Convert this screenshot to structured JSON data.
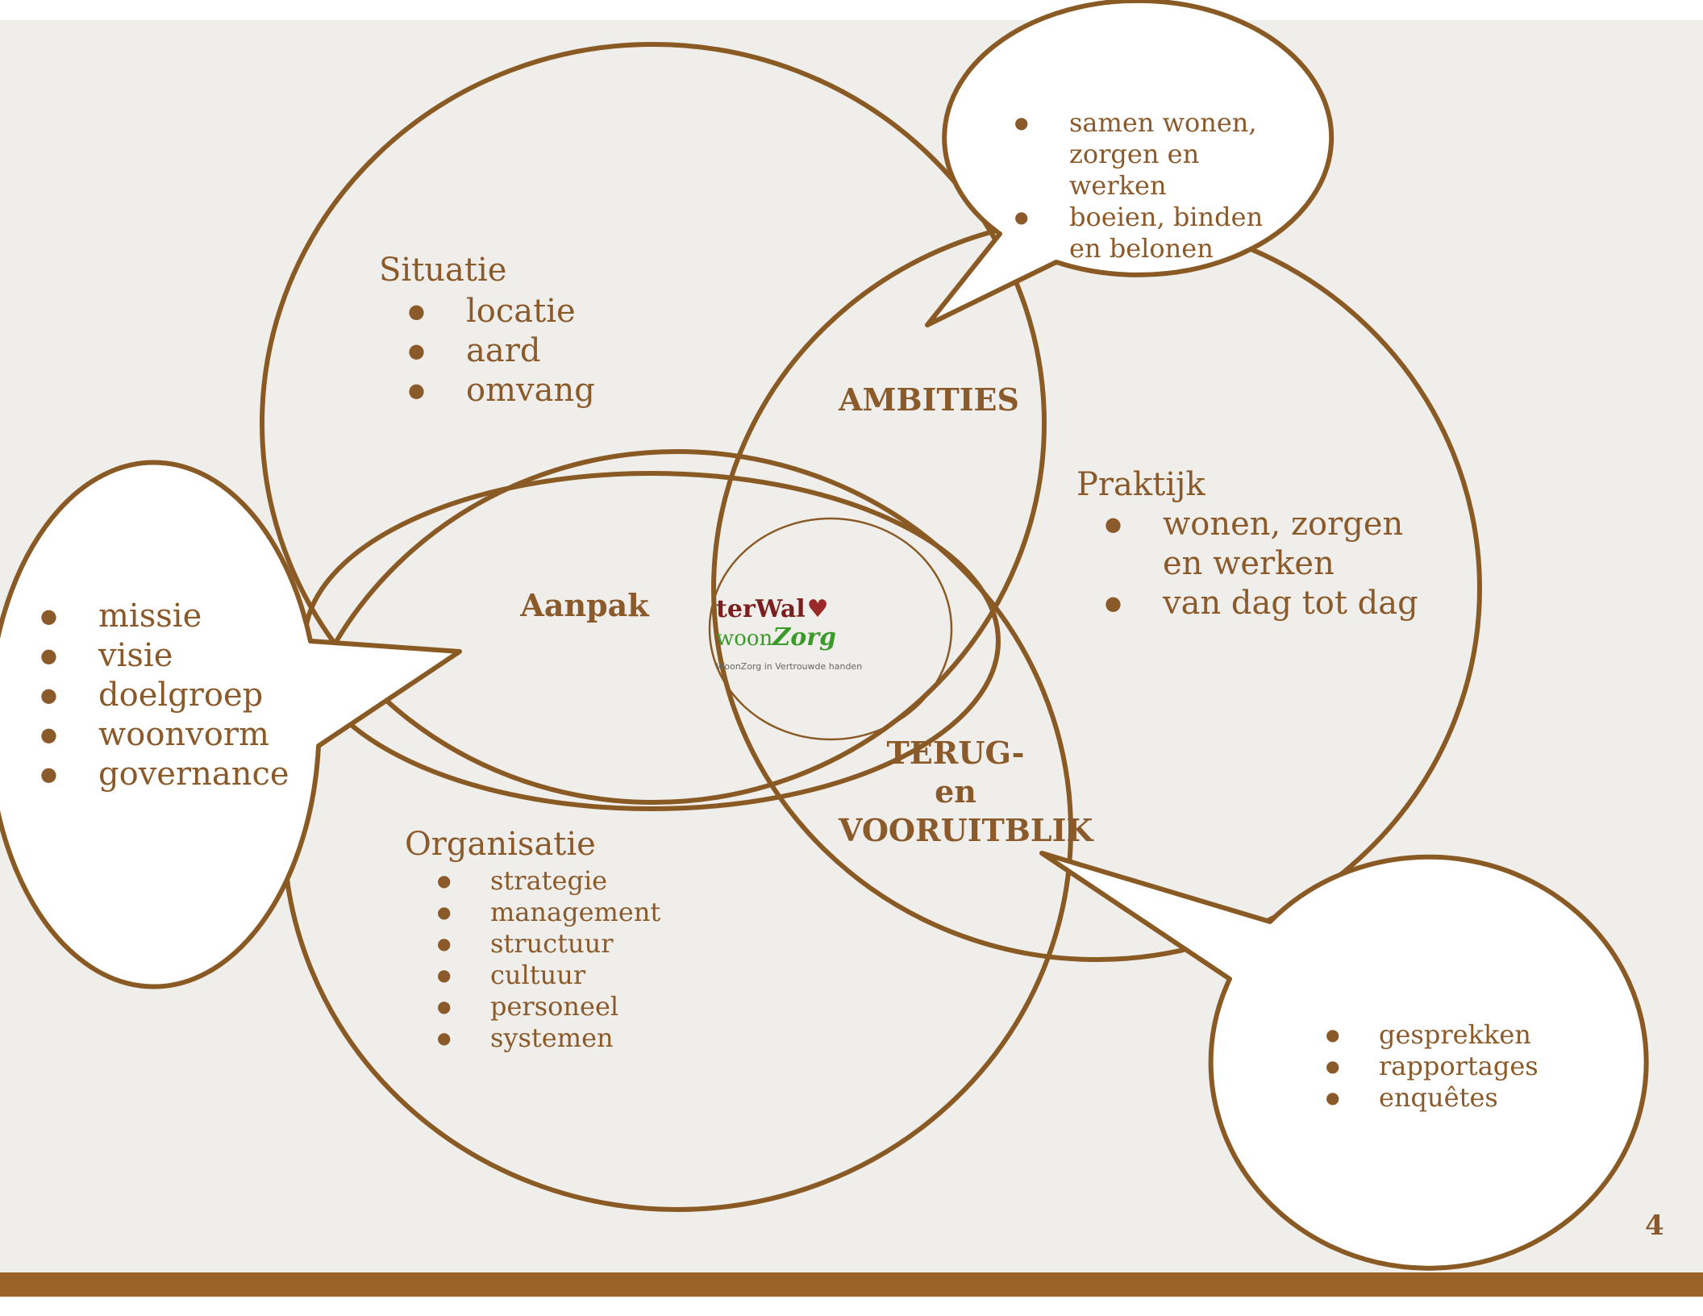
{
  "situatie": {
    "heading": "Situatie",
    "items": [
      "locatie",
      "aard",
      "omvang"
    ]
  },
  "ambities": {
    "label": "AMBITIES",
    "bubble_items": [
      "samen wonen, zorgen en werken",
      "boeien, binden en belonen"
    ]
  },
  "praktijk": {
    "heading": "Praktijk",
    "items": [
      "wonen, zorgen en werken",
      "van dag tot dag"
    ]
  },
  "aanpak": {
    "label": "Aanpak",
    "bubble_items": [
      "missie",
      "visie",
      "doelgroep",
      "woonvorm",
      "governance"
    ]
  },
  "organisatie": {
    "heading": "Organisatie",
    "items": [
      "strategie",
      "management",
      "structuur",
      "cultuur",
      "personeel",
      "systemen"
    ]
  },
  "terugblik": {
    "label_line1": "TERUG-",
    "label_line2": "en",
    "label_line3": "VOORUITBLIK",
    "bubble_items": [
      "gesprekken",
      "rapportages",
      "enquêtes"
    ]
  },
  "logo": {
    "part1": "terWal",
    "heart": "♥",
    "part2": "woon",
    "part3": "Zorg",
    "tagline": "WoonZorg in Vertrouwde handen"
  },
  "page_number": "4",
  "colors": {
    "accent": "#8B5A2B",
    "stroke": "#8a5a24",
    "footer": "#9a6428",
    "background": "#efeeeb"
  }
}
